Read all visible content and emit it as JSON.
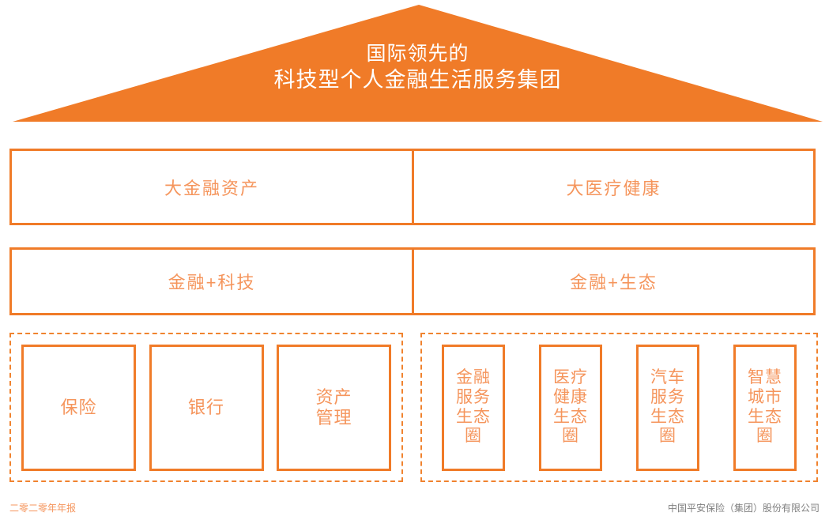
{
  "theme": {
    "roof_fill": "#F07B28",
    "border_orange": "#F07B28",
    "text_orange": "#F5955C",
    "dashed_orange": "#F0832F",
    "roof_text_color": "#FFFFFF",
    "footer_gray": "#7F7F7F",
    "background": "#FFFFFF"
  },
  "roof": {
    "line1": "国际领先的",
    "line2": "科技型个人金融生活服务集团"
  },
  "rows": [
    {
      "id": "assets",
      "cells": [
        {
          "label": "大金融资产"
        },
        {
          "label": "大医疗健康"
        }
      ]
    },
    {
      "id": "plus",
      "cells": [
        {
          "label": "金融+科技"
        },
        {
          "label": "金融+生态"
        }
      ]
    }
  ],
  "groups": {
    "finance": {
      "cards": [
        {
          "lines": [
            "保险"
          ]
        },
        {
          "lines": [
            "银行"
          ]
        },
        {
          "lines": [
            "资产",
            "管理"
          ]
        }
      ]
    },
    "ecosystem": {
      "cards": [
        {
          "lines": [
            "金融",
            "服务",
            "生态",
            "圈"
          ]
        },
        {
          "lines": [
            "医疗",
            "健康",
            "生态",
            "圈"
          ]
        },
        {
          "lines": [
            "汽车",
            "服务",
            "生态",
            "圈"
          ]
        },
        {
          "lines": [
            "智慧",
            "城市",
            "生态",
            "圈"
          ]
        }
      ]
    }
  },
  "footer": {
    "left": "二零二零年年报",
    "right": "中国平安保险（集团）股份有限公司"
  }
}
